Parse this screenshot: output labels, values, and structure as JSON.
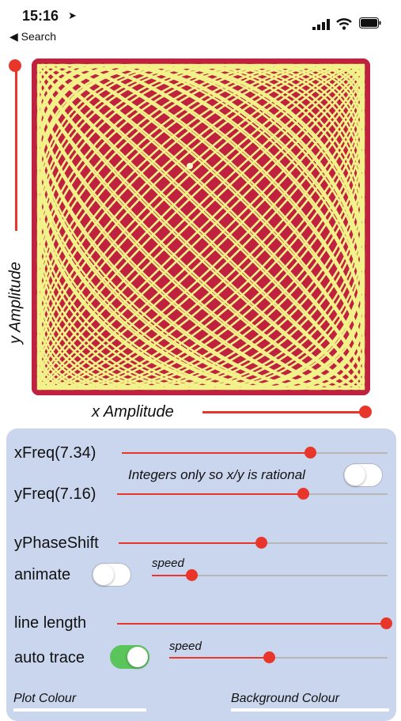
{
  "status": {
    "time": "15:16",
    "back": "◀ Search",
    "location_icon": "location-arrow-icon"
  },
  "plot": {
    "background": "#c0213f",
    "line_color": "#f1f28a",
    "x_freq": 7.34,
    "y_freq": 7.16
  },
  "y_amplitude": {
    "label": "y Amplitude",
    "value": 1.0
  },
  "x_amplitude": {
    "label": "x Amplitude",
    "value": 1.0
  },
  "controls": {
    "xfreq": {
      "label": "xFreq(7.34)",
      "value": 0.71
    },
    "yfreq": {
      "label": "yFreq(7.16)",
      "value": 0.69
    },
    "integers_label": "Integers only so x/y is rational",
    "integers_on": false,
    "yphase": {
      "label": "yPhaseShift",
      "value": 0.53
    },
    "animate": {
      "label": "animate",
      "on": false
    },
    "animate_speed": {
      "label": "speed",
      "value": 0.17
    },
    "line_length": {
      "label": "line length",
      "value": 1.0
    },
    "auto_trace": {
      "label": "auto trace",
      "on": true
    },
    "trace_speed": {
      "label": "speed",
      "value": 0.46
    },
    "plot_colour_label": "Plot Colour",
    "background_colour_label": "Background Colour"
  }
}
